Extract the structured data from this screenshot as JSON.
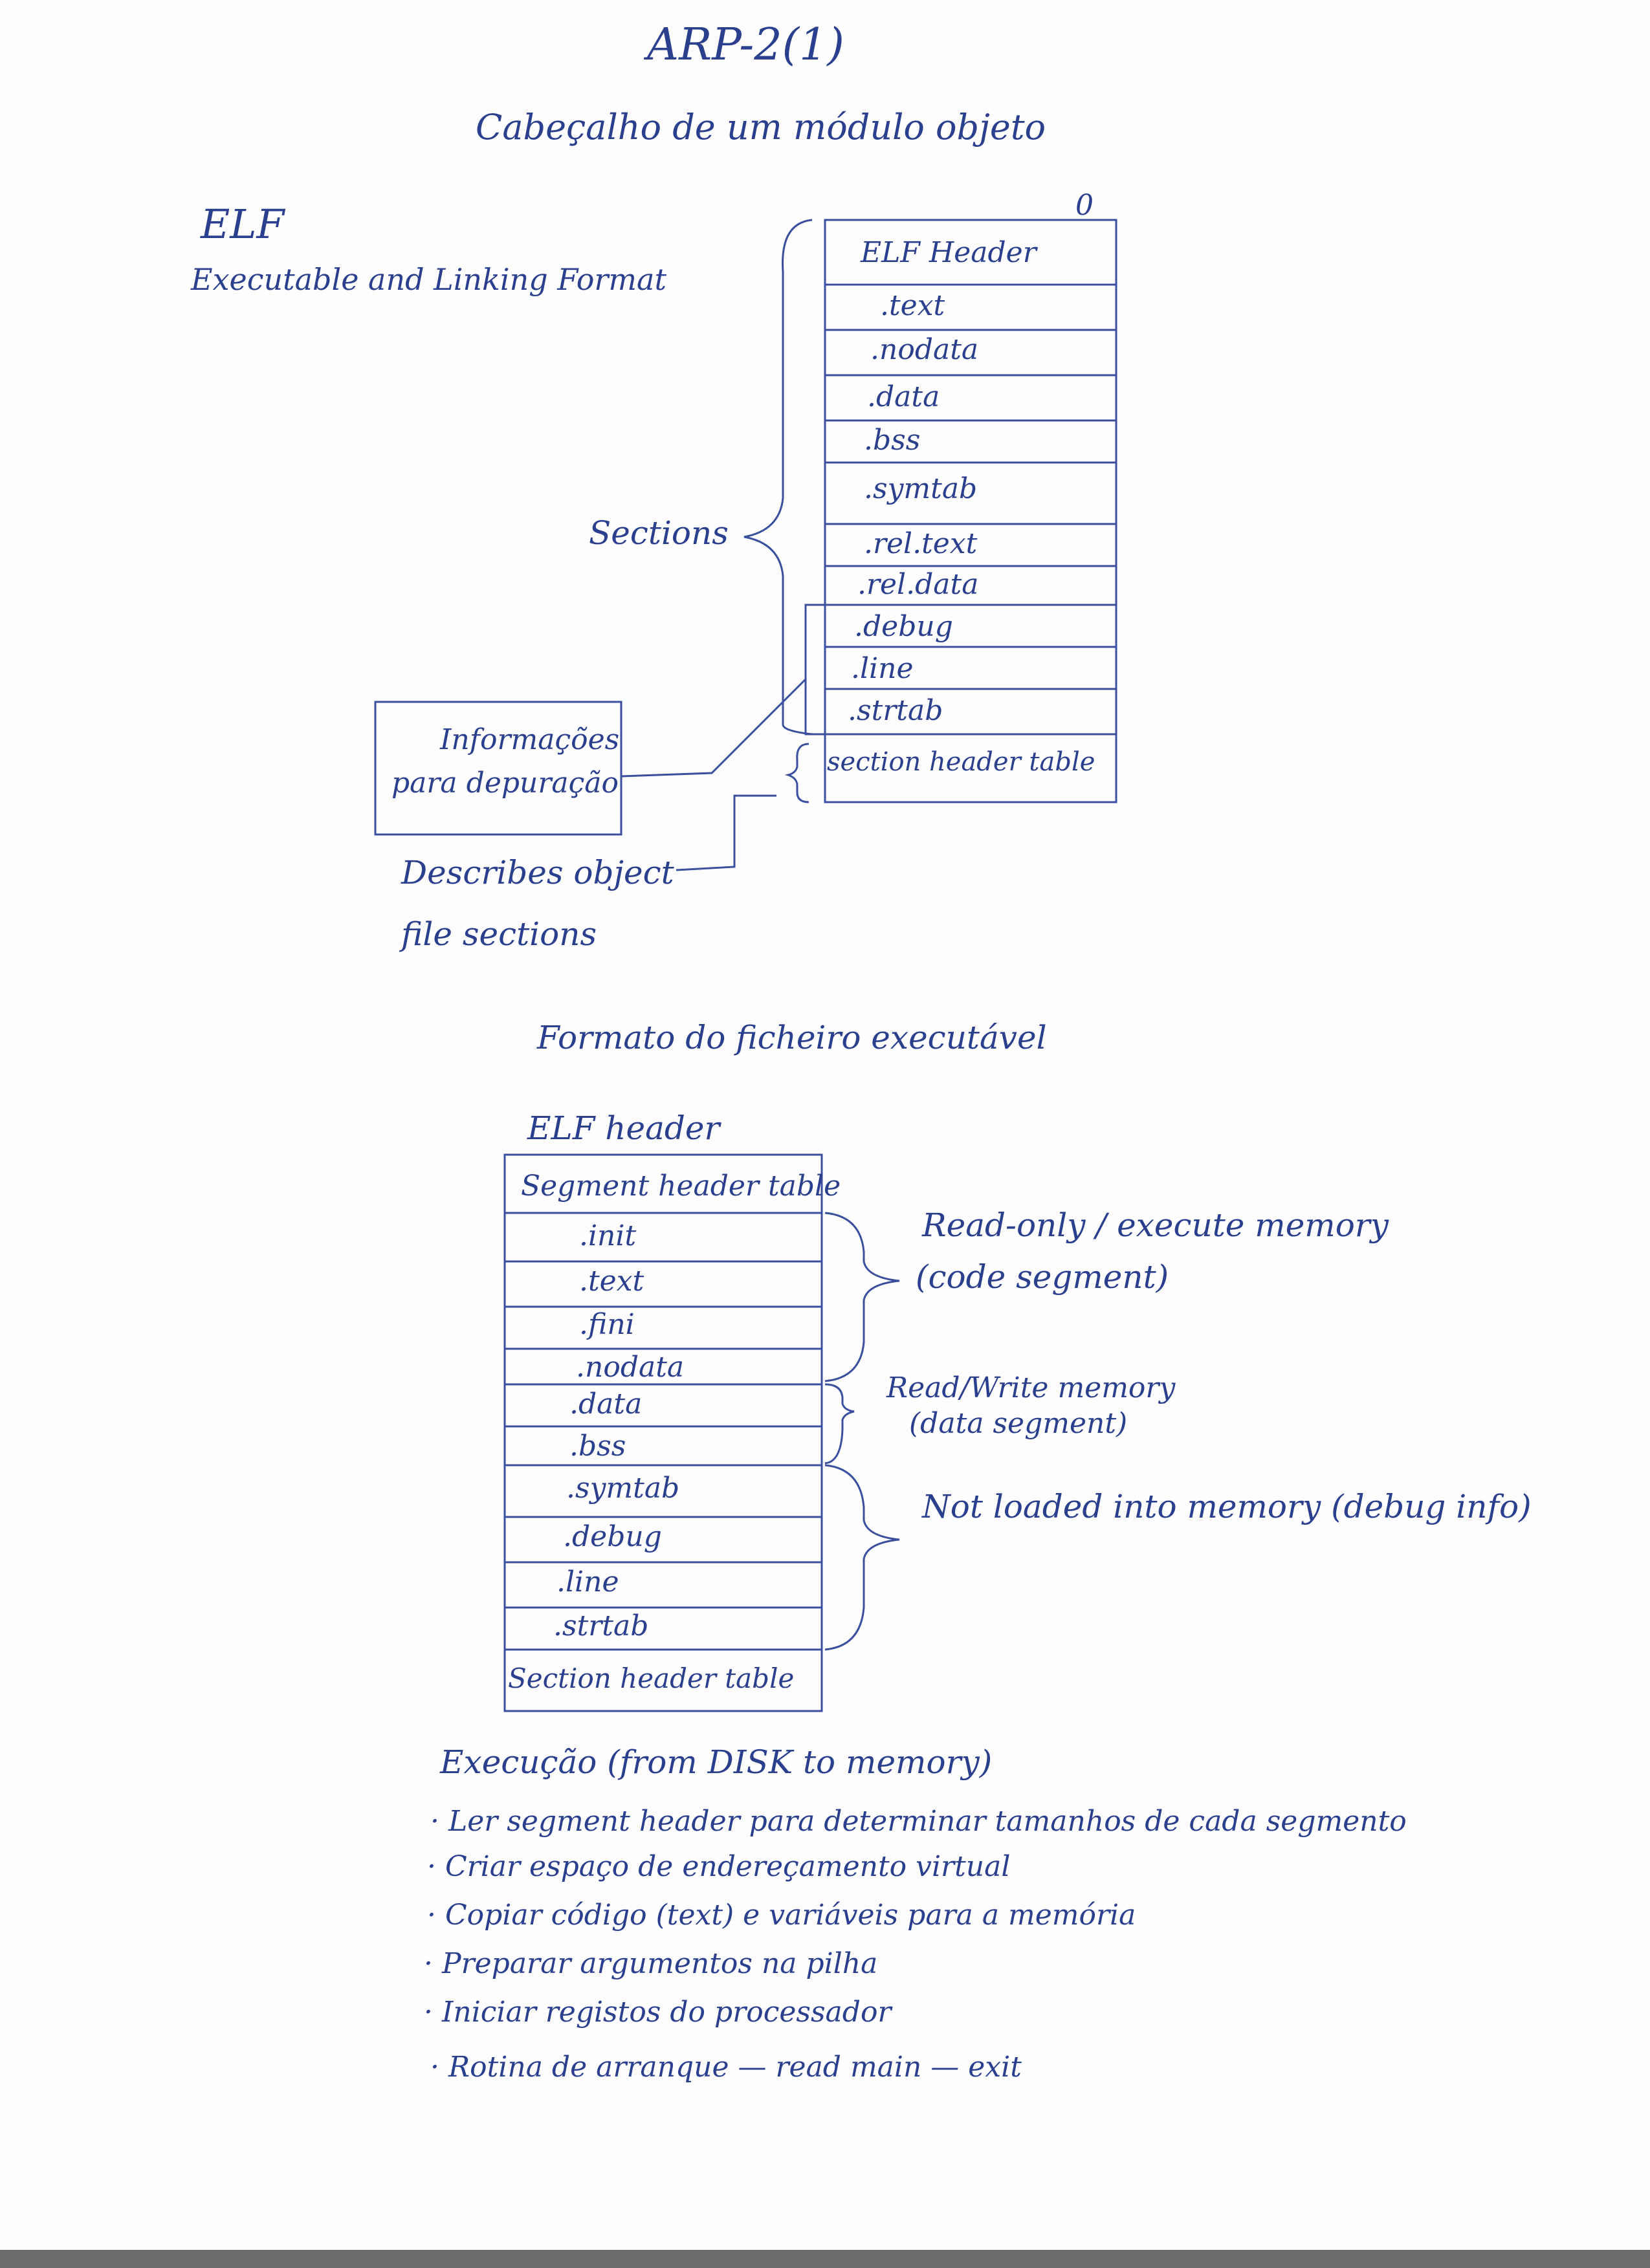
{
  "header": {
    "title": "ARP-2(1)",
    "subtitle": "Cabeçalho de um módulo objeto"
  },
  "elf_intro": {
    "acronym": "ELF",
    "expansion": "Executable and Linking Format"
  },
  "object_module": {
    "offset_marker": "0",
    "cells": [
      "ELF Header",
      ".text",
      ".nodata",
      ".data",
      ".bss",
      ".symtab",
      ".rel.text",
      ".rel.data",
      ".debug",
      ".line",
      ".strtab",
      "section header table"
    ],
    "sections_label": "Sections",
    "debug_info_box": [
      "Informações",
      "para depuração"
    ],
    "sht_note": [
      "Describes object",
      "file sections"
    ]
  },
  "executable": {
    "heading": "Formato do ficheiro executável",
    "elf_header_label": "ELF header",
    "cells": [
      "Segment header table",
      ".init",
      ".text",
      ".fini",
      ".nodata",
      ".data",
      ".bss",
      ".symtab",
      ".debug",
      ".line",
      ".strtab",
      "Section header table"
    ],
    "groups": [
      {
        "label_lines": [
          "Read-only / execute memory",
          "(code segment)"
        ]
      },
      {
        "label_lines": [
          "Read/Write memory",
          "(data segment)"
        ]
      },
      {
        "label_lines": [
          "Not loaded into memory (debug info)"
        ]
      }
    ]
  },
  "exec_steps": {
    "heading": "Execução (from DISK to memory)",
    "items": [
      "Ler segment header para determinar tamanhos de cada segmento",
      "Criar espaço de endereçamento virtual",
      "Copiar código (text) e variáveis para a memória",
      "Preparar argumentos na pilha",
      "Iniciar registos do processador",
      "Rotina de arranque — read main — exit"
    ]
  }
}
